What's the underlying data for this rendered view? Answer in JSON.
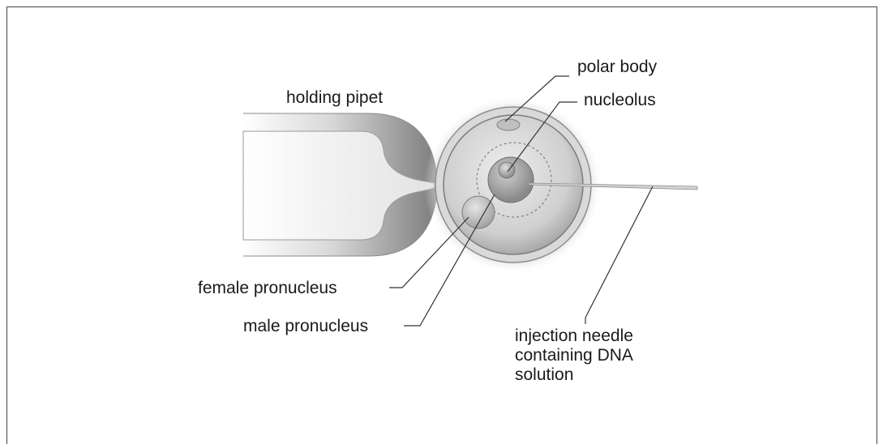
{
  "labels": {
    "holding_pipet": "holding pipet",
    "polar_body": "polar body",
    "nucleolus": "nucleolus",
    "female_pronucleus": "female pronucleus",
    "male_pronucleus": "male pronucleus",
    "injection_needle": "injection needle containing DNA solution"
  }
}
